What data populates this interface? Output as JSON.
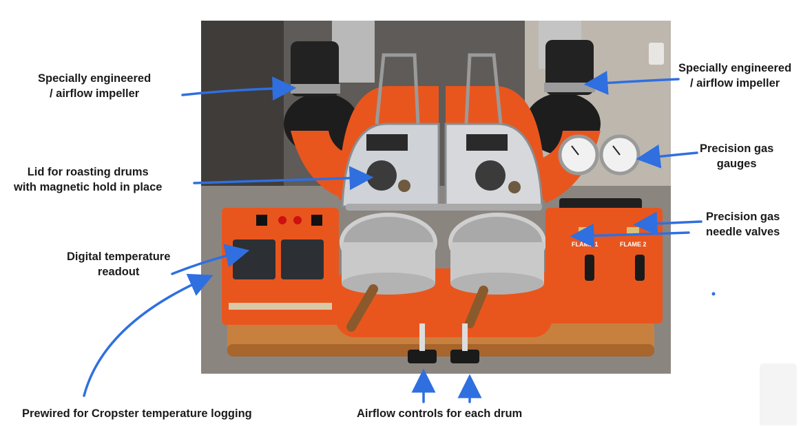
{
  "annotations": {
    "impeller_left": [
      "Specially engineered",
      "/ airflow impeller"
    ],
    "impeller_right": [
      "Specially engineered",
      "/ airflow impeller"
    ],
    "lid": [
      "Lid for roasting drums",
      "with magnetic hold  in place"
    ],
    "gauges": [
      "Precision gas",
      "gauges"
    ],
    "valves": [
      "Precision gas",
      "needle valves"
    ],
    "readout": [
      "Digital temperature",
      "readout"
    ],
    "cropster": [
      "Prewired for Cropster temperature logging"
    ],
    "airflow": [
      "Airflow controls for each drum"
    ]
  },
  "panel_text": {
    "flame1": "FLAME 1",
    "flame2": "FLAME 2"
  },
  "colors": {
    "arrow": "#2f6fe0",
    "machine": "#e8561e",
    "background_wall": "#6e6a66",
    "base_wood": "#c8803f"
  }
}
